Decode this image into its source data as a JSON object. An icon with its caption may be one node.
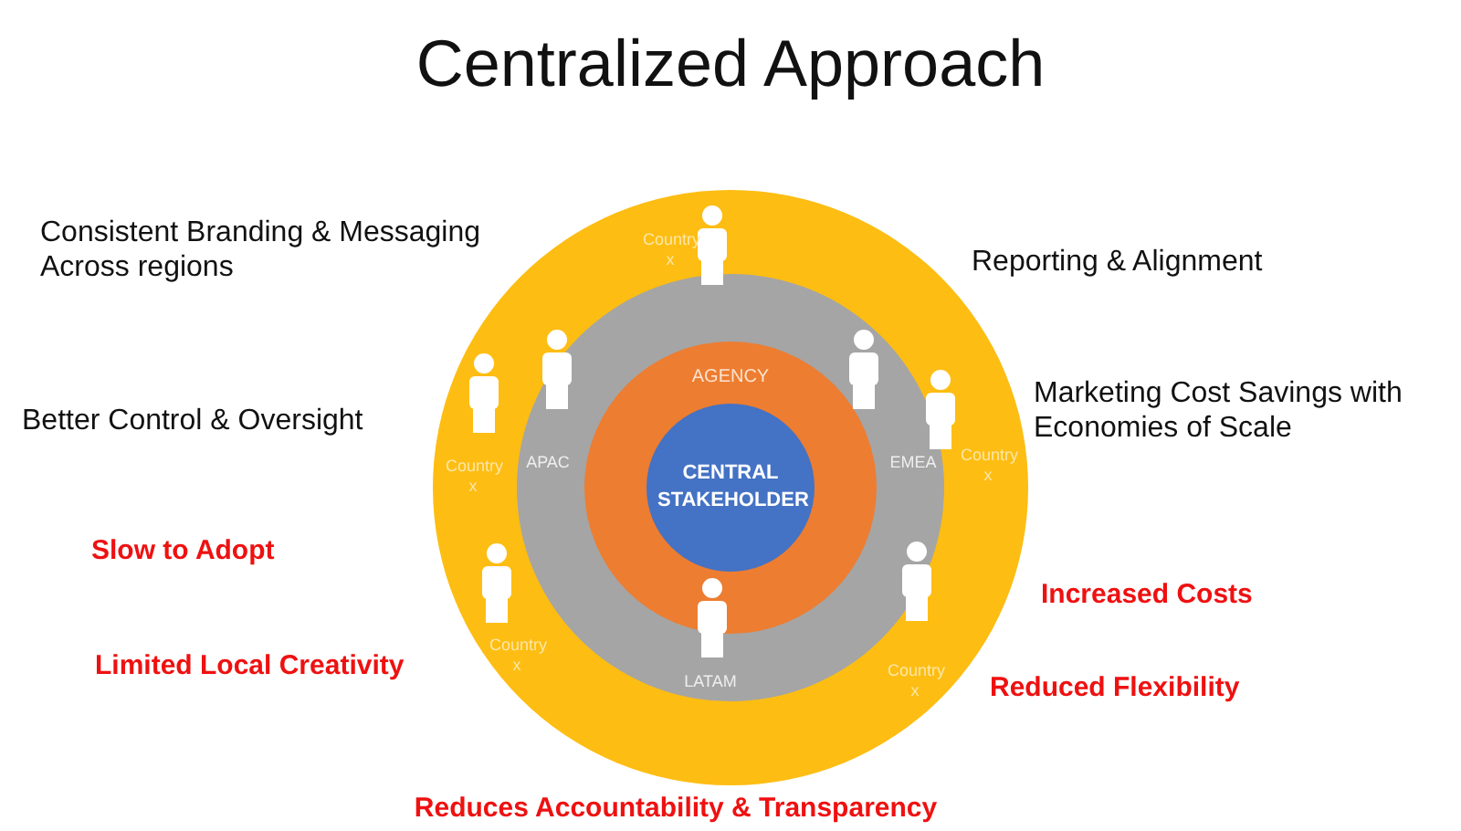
{
  "diagram": {
    "title": "Centralized Approach",
    "nodes": [
      {
        "text": [],
        "shape": "circle"
      },
      {
        "text": [],
        "shape": "circle",
        "in": 0
      },
      {
        "text": [
          "AGENCY"
        ],
        "in": 1
      },
      {
        "text": [
          "CENTRAL STAKEHOLDER"
        ],
        "in": 2
      }
    ],
    "edges": [],
    "labels": [
      "Consistent Branding & Messaging Across regions",
      "Country x",
      "Reporting & Alignment",
      "Marketing Cost Savings with Economies of Scale",
      "Better Control & Oversight",
      "APAC",
      "EMEA",
      "Country x",
      "Country x",
      "Slow to Adopt",
      "Increased Costs",
      "Country x",
      "Country x",
      "Limited Local Creativity",
      "Reduced Flexibility",
      "LATAM",
      "Reduces Accountability & Transparency"
    ]
  }
}
